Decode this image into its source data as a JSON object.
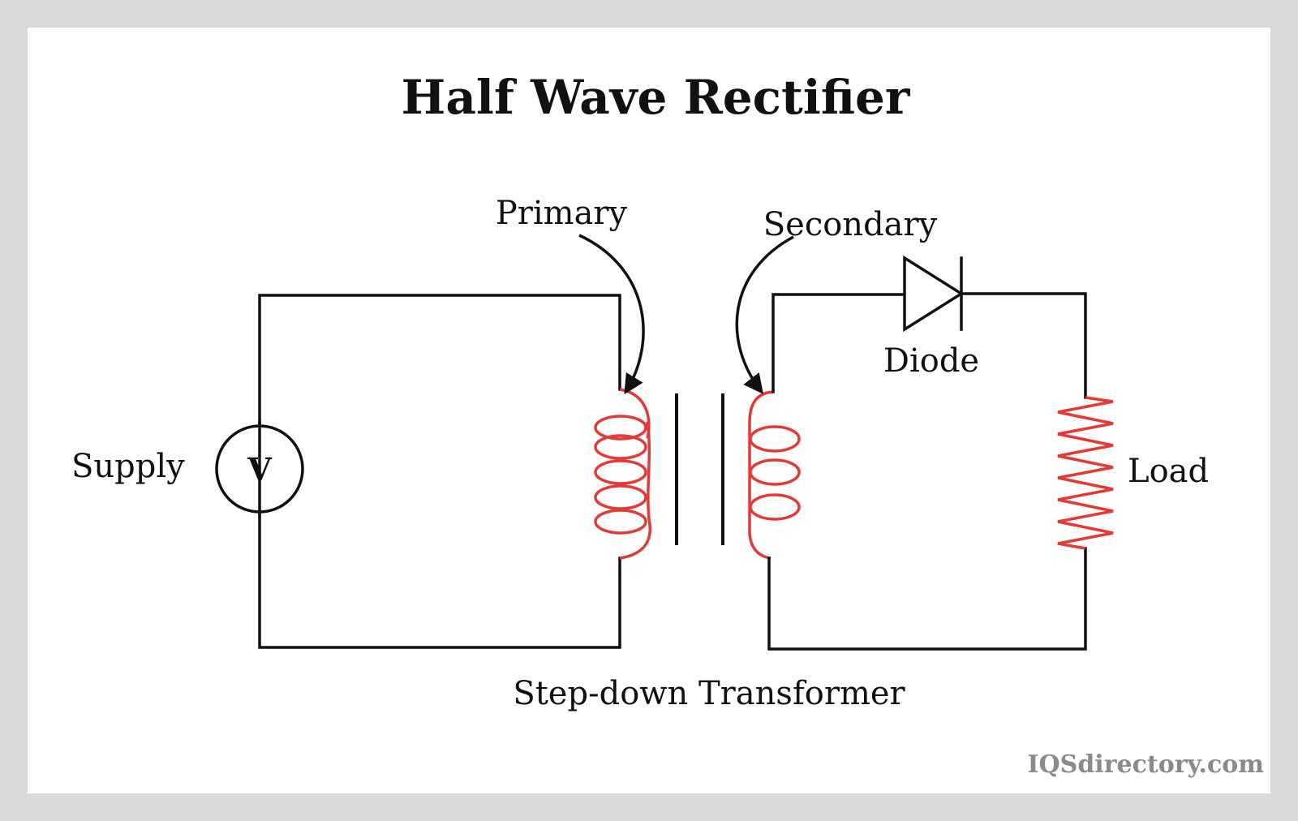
{
  "diagram": {
    "title": "Half Wave Rectifier",
    "labels": {
      "primary": "Primary",
      "secondary": "Secondary",
      "diode": "Diode",
      "supply": "Supply",
      "voltmeter_symbol": "V",
      "load": "Load",
      "transformer": "Step-down Transformer"
    },
    "watermark": "IQSdirectory.com",
    "colors": {
      "frame": "#d9d9d9",
      "background": "#ffffff",
      "wire": "#111111",
      "coil": "#e53935",
      "watermark": "#8a8a8a"
    },
    "components": [
      {
        "name": "AC supply",
        "symbol": "voltmeter-circle"
      },
      {
        "name": "Primary winding",
        "turns": 5
      },
      {
        "name": "Secondary winding",
        "turns": 3
      },
      {
        "name": "Transformer core",
        "bars": 2
      },
      {
        "name": "Diode"
      },
      {
        "name": "Load resistor",
        "zigzags": 7
      }
    ]
  }
}
